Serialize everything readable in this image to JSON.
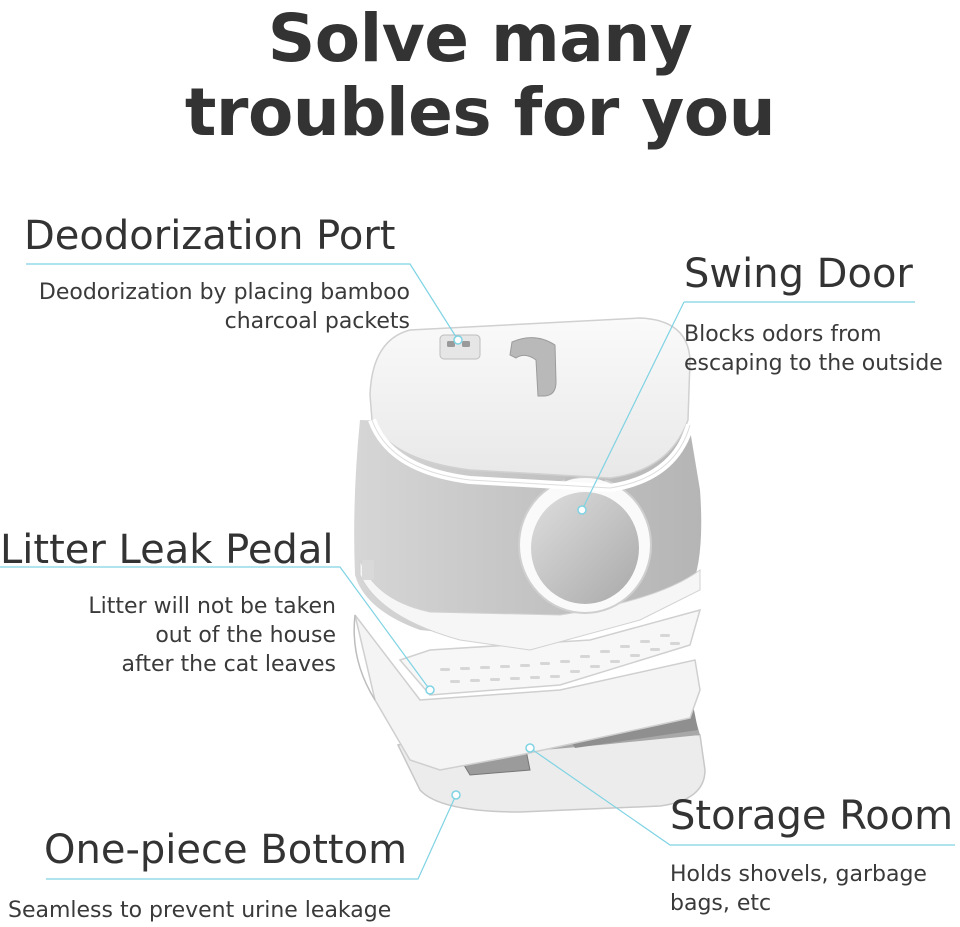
{
  "headline": {
    "line1": "Solve many",
    "line2": "troubles for you"
  },
  "features": {
    "deodorization": {
      "title": "Deodorization Port",
      "desc": [
        "Deodorization by placing bamboo",
        "charcoal packets"
      ]
    },
    "swing_door": {
      "title": "Swing Door",
      "desc": [
        "Blocks odors from",
        "escaping to the outside"
      ]
    },
    "litter_pedal": {
      "title": "Litter Leak Pedal",
      "desc": [
        "Litter will not be taken",
        "out of the house",
        "after the cat leaves"
      ]
    },
    "bottom": {
      "title": "One-piece Bottom",
      "desc": [
        "Seamless to prevent urine leakage"
      ]
    },
    "storage": {
      "title": "Storage Room",
      "desc": [
        "Holds shovels, garbage",
        "bags, etc"
      ]
    }
  },
  "colors": {
    "text": "#333333",
    "leader_line": "#7fd3e3",
    "product_body": "#c9c9c9",
    "product_white": "#f3f3f3"
  }
}
